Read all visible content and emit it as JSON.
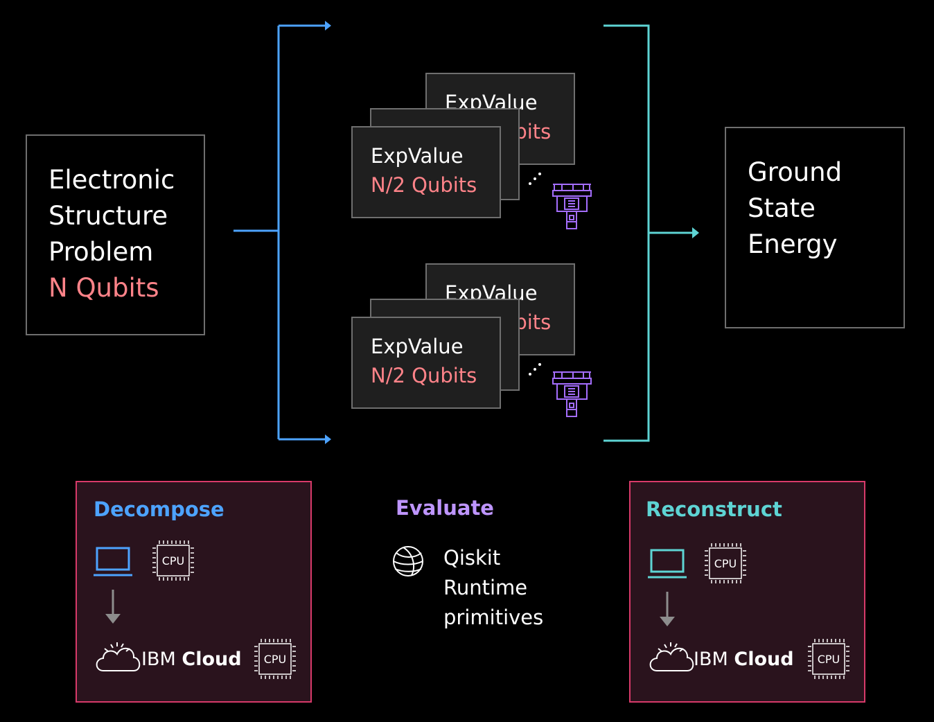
{
  "problem": {
    "line1": "Electronic",
    "line2": "Structure",
    "line3": "Problem",
    "qubits": "N Qubits"
  },
  "ground": {
    "line1": "Ground",
    "line2": "State",
    "line3": "Energy"
  },
  "cards": {
    "label": "ExpValue",
    "qubits": "N/2 Qubits"
  },
  "decompose": {
    "title": "Decompose",
    "cloud_prefix": "IBM",
    "cloud_bold": "Cloud",
    "cpu": "CPU"
  },
  "evaluate": {
    "title": "Evaluate",
    "line1": "Qiskit",
    "line2": "Runtime",
    "line3": "primitives"
  },
  "reconstruct": {
    "title": "Reconstruct",
    "cloud_prefix": "IBM",
    "cloud_bold": "Cloud",
    "cpu": "CPU"
  },
  "colors": {
    "blue": "#4da3ff",
    "teal": "#5ed4d4",
    "purple": "#a56eff",
    "pink": "#ff8389",
    "panel_border": "#d83a6a"
  }
}
